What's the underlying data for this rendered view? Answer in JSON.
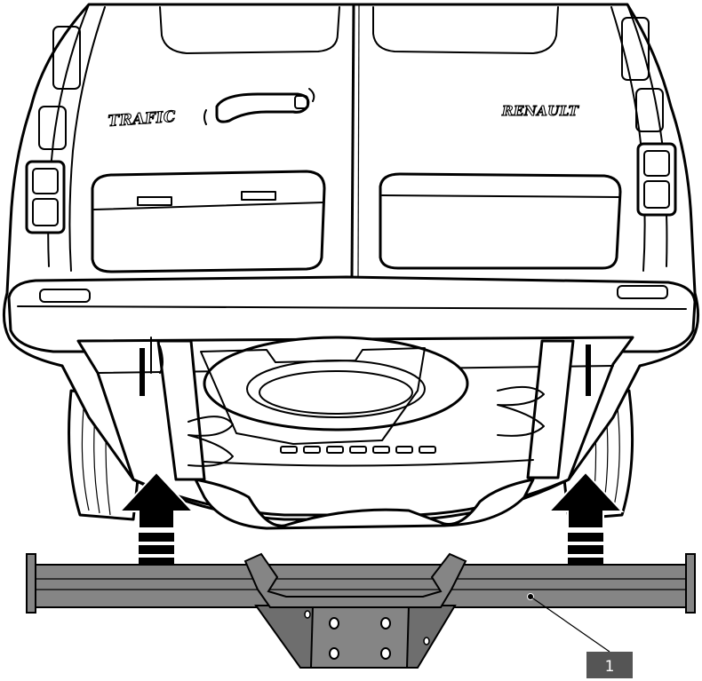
{
  "vehicle": {
    "model_badge": "TRAFIC",
    "brand_badge": "RENAULT"
  },
  "callouts": [
    {
      "label": "1"
    }
  ],
  "colors": {
    "outline": "#000000",
    "fill": "#ffffff",
    "beam": "#858585",
    "beam_dark": "#6e6e6e",
    "arrow": "#000000",
    "callout_box": "#555555"
  },
  "icons": {
    "lift_arrow": "up-arrow-icon"
  }
}
